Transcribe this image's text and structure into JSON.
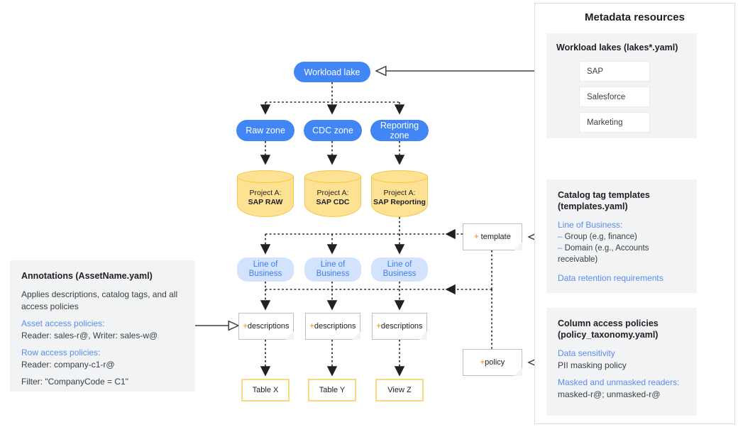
{
  "diagram": {
    "nodes": {
      "workload_lake": "Workload lake",
      "zones": [
        "Raw zone",
        "CDC zone",
        "Reporting zone"
      ],
      "projects": [
        {
          "line1": "Project A:",
          "line2": "SAP RAW"
        },
        {
          "line1": "Project A:",
          "line2": "SAP CDC"
        },
        {
          "line1": "Project A:",
          "line2": "SAP Reporting"
        }
      ],
      "lob": [
        "Line of Business",
        "Line of Business",
        "Line of Business"
      ],
      "descriptions": [
        "descriptions",
        "descriptions",
        "descriptions"
      ],
      "tables": [
        "Table X",
        "Table Y",
        "View Z"
      ],
      "template_note": "template",
      "policy_note": "policy",
      "plus": "+"
    }
  },
  "annotations_panel": {
    "title": "Annotations (AssetName.yaml)",
    "description": "Applies descriptions, catalog tags, and all access policies",
    "asset_heading": "Asset access policies:",
    "asset_value": "Reader: sales-r@, Writer: sales-w@",
    "row_heading": "Row access policies:",
    "row_value": "Reader: company-c1-r@",
    "filter_value": "Filter: \"CompanyCode = C1\""
  },
  "metadata_panel": {
    "title": "Metadata resources",
    "lakes": {
      "heading": "Workload lakes (lakes*.yaml)",
      "items": [
        "SAP",
        "Salesforce",
        "Marketing"
      ]
    },
    "templates": {
      "heading_line1": "Catalog tag templates",
      "heading_line2": "(templates.yaml)",
      "lob_heading": "Line of Business:",
      "bullets": [
        "Group (e.g, finance)",
        "Domain (e.g., Accounts receivable)"
      ],
      "bullet_dash": "–",
      "retention": "Data retention requirements"
    },
    "policies": {
      "heading_line1": "Column access policies",
      "heading_line2": "(policy_taxonomy.yaml)",
      "sensitivity_heading": "Data sensitivity",
      "sensitivity_value": "PII masking policy",
      "readers_heading": "Masked and unmasked readers:",
      "readers_value": "masked-r@; unmasked-r@"
    }
  },
  "colors": {
    "blue": "#4285f4",
    "light_blue": "#d3e3fd",
    "blue_text": "#5b8def",
    "yellow": "#fde293",
    "yellow_border": "#fcd980",
    "panel_gray": "#f1f3f4",
    "line": "#3c4043"
  }
}
